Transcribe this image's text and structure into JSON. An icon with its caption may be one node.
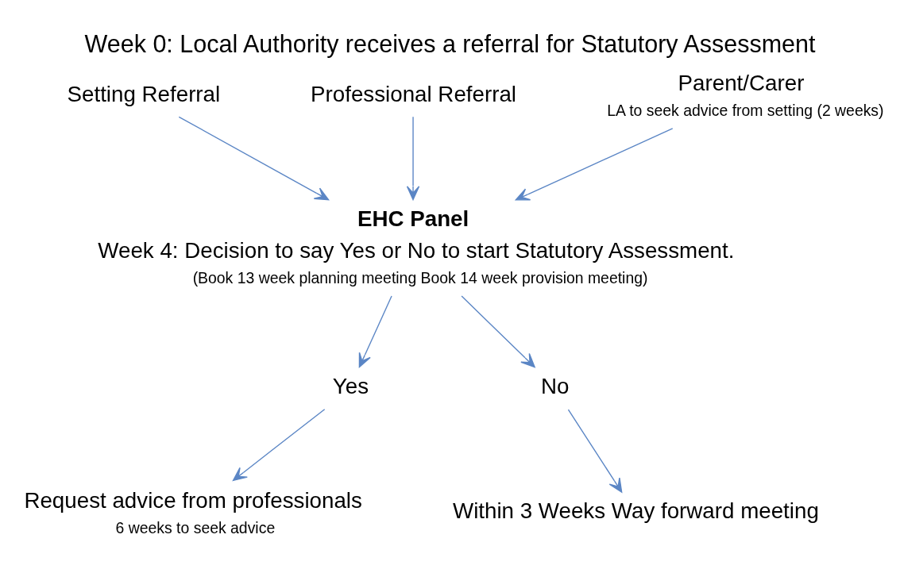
{
  "diagram": {
    "title": "Week 0: Local Authority receives a referral for Statutory Assessment",
    "nodes": [
      {
        "text": [
          "Setting Referral"
        ]
      },
      {
        "text": [
          "Professional Referral"
        ]
      },
      {
        "text": [
          "Parent/Carer"
        ],
        "beside": [
          "LA to seek advice from setting (2 weeks)"
        ]
      },
      {
        "text": [
          "EHC Panel",
          "Week 4: Decision to say Yes or No to start Statutory Assessment."
        ],
        "beside": [
          "(Book 13 week planning meeting Book 14 week provision meeting)"
        ]
      },
      {
        "text": [
          "Yes"
        ]
      },
      {
        "text": [
          "No"
        ]
      },
      {
        "text": [
          "Request advice from professionals"
        ],
        "beside": [
          "6 weeks to seek advice"
        ]
      },
      {
        "text": [
          "Within 3 Weeks Way forward meeting"
        ]
      }
    ],
    "edges": [
      {
        "from": 0,
        "to": 3,
        "arrow": "to"
      },
      {
        "from": 1,
        "to": 3,
        "arrow": "to"
      },
      {
        "from": 2,
        "to": 3,
        "arrow": "to"
      },
      {
        "from": 3,
        "to": 4,
        "arrow": "to"
      },
      {
        "from": 3,
        "to": 5,
        "arrow": "to"
      },
      {
        "from": 4,
        "to": 6,
        "arrow": "to"
      },
      {
        "from": 5,
        "to": 7,
        "arrow": "to"
      }
    ]
  }
}
